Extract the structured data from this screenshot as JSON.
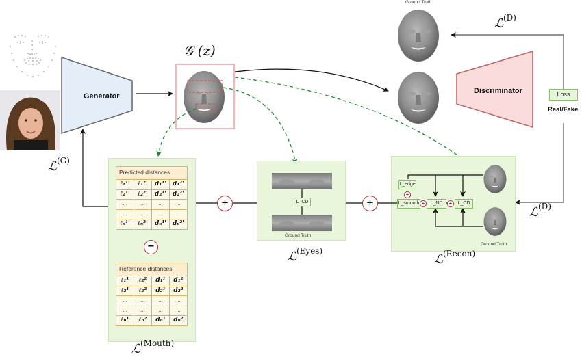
{
  "generator": {
    "label": "Generator",
    "fill": "#e4eef9",
    "stroke": "#666666"
  },
  "discriminator": {
    "label": "Discriminator",
    "fill": "#fbdcdc",
    "stroke": "#c06060"
  },
  "gz_label": {
    "main": "𝒢",
    "arg": "(z)"
  },
  "ground_truth_top": "Ground Truth",
  "loss_box": {
    "label": "Loss"
  },
  "real_fake": "Real/Fake",
  "loss_D_top": {
    "main": "ℒ",
    "sup": "(D)"
  },
  "loss_D_right": {
    "main": "ℒ",
    "sup": "(D)"
  },
  "loss_G": {
    "main": "ℒ",
    "sup": "(G)"
  },
  "mouth": {
    "title": {
      "main": "ℒ",
      "sup": "(Mouth)"
    },
    "predicted": {
      "header": "Predicted distances",
      "rows": [
        [
          "ℓ₁¹'",
          "ℓ₁²'",
          "d₁¹'",
          "d₁²'"
        ],
        [
          "ℓ₂¹'",
          "ℓ₂²'",
          "d₂¹'",
          "d₂²'"
        ],
        [
          "...",
          "...",
          "...",
          "..."
        ],
        [
          "...",
          "...",
          "...",
          "..."
        ],
        [
          "ℓₙ¹'",
          "ℓₙ²'",
          "dₙ¹'",
          "dₙ²'"
        ]
      ]
    },
    "minus": "−",
    "reference": {
      "header": "Reference distances",
      "rows": [
        [
          "ℓ₁¹",
          "ℓ₂²",
          "d₁¹",
          "d₁²"
        ],
        [
          "ℓ₂¹",
          "ℓ₂²",
          "d₂¹",
          "d₂²"
        ],
        [
          "...",
          "...",
          "...",
          "..."
        ],
        [
          "...",
          "...",
          "...",
          "..."
        ],
        [
          "ℓₙ¹",
          "ℓₙ²",
          "dₙ¹",
          "dₙ²"
        ]
      ]
    }
  },
  "eyes": {
    "title": {
      "main": "ℒ",
      "sup": "(Eyes)"
    },
    "loss_label": "L_CD",
    "ground_truth": "Ground Truth"
  },
  "recon": {
    "title": {
      "main": "ℒ",
      "sup": "(Recon)"
    },
    "l_edge": "L_edge",
    "l_smooth": "L_smooth",
    "l_nd": "L_ND",
    "l_cd": "L_CD",
    "ground_truth": "Ground Truth"
  },
  "plus": "+",
  "colors": {
    "green_dash": "#1e8a2e",
    "panel": "#eaf6dc",
    "red_circle": "#b03030"
  }
}
